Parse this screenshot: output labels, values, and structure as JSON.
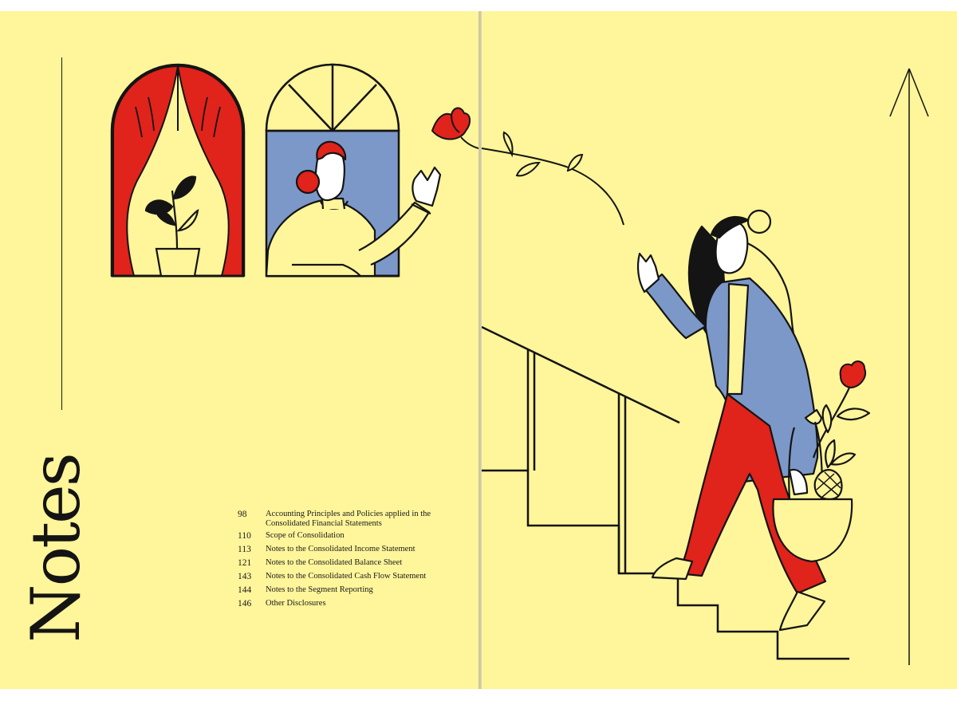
{
  "left_page": {
    "title": "Notes",
    "toc": [
      {
        "page": "98",
        "title": "Accounting Principles and Policies applied in the Consolidated Financial Statements"
      },
      {
        "page": "110",
        "title": "Scope of Consolidation"
      },
      {
        "page": "113",
        "title": "Notes to the Consolidated Income Statement"
      },
      {
        "page": "121",
        "title": "Notes to the Consolidated Balance Sheet"
      },
      {
        "page": "143",
        "title": "Notes to the Consolidated Cash Flow Statement"
      },
      {
        "page": "144",
        "title": "Notes to the Segment Reporting"
      },
      {
        "page": "146",
        "title": "Other Disclosures"
      }
    ]
  },
  "colors": {
    "background": "#fff59a",
    "red": "#e0231b",
    "blue": "#7c98c8",
    "ink": "#141414"
  },
  "illustration_elements": [
    "window-with-red-curtains",
    "potted-plant-icon",
    "arched-window",
    "woman-in-window-waving",
    "red-rose-icon",
    "flying-vine",
    "staircase",
    "woman-climbing-stairs",
    "basket-with-groceries",
    "up-arrow-icon"
  ]
}
